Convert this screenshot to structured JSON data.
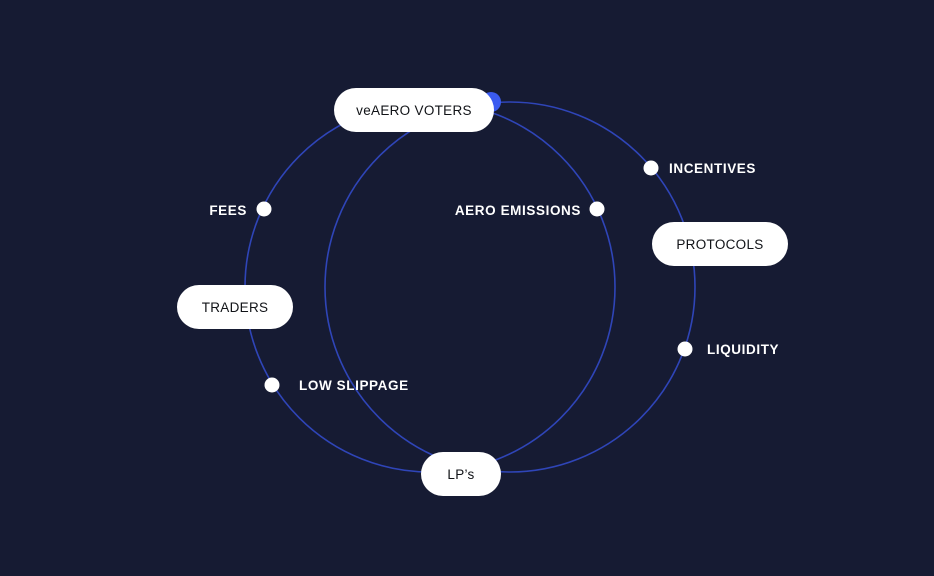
{
  "colors": {
    "background": "#161b33",
    "ring": "#2f45b8",
    "accent_dot": "#3b5bf0",
    "pill_fill": "#ffffff",
    "node_fill": "#ffffff"
  },
  "nodes": {
    "voters": "veAERO VOTERS",
    "protocols": "PROTOCOLS",
    "lps": "LP’s",
    "traders": "TRADERS"
  },
  "flows": {
    "incentives": "INCENTIVES",
    "aero_emissions": "AERO EMISSIONS",
    "liquidity": "LIQUIDITY",
    "fees": "FEES",
    "low_slippage": "LOW SLIPPAGE"
  }
}
